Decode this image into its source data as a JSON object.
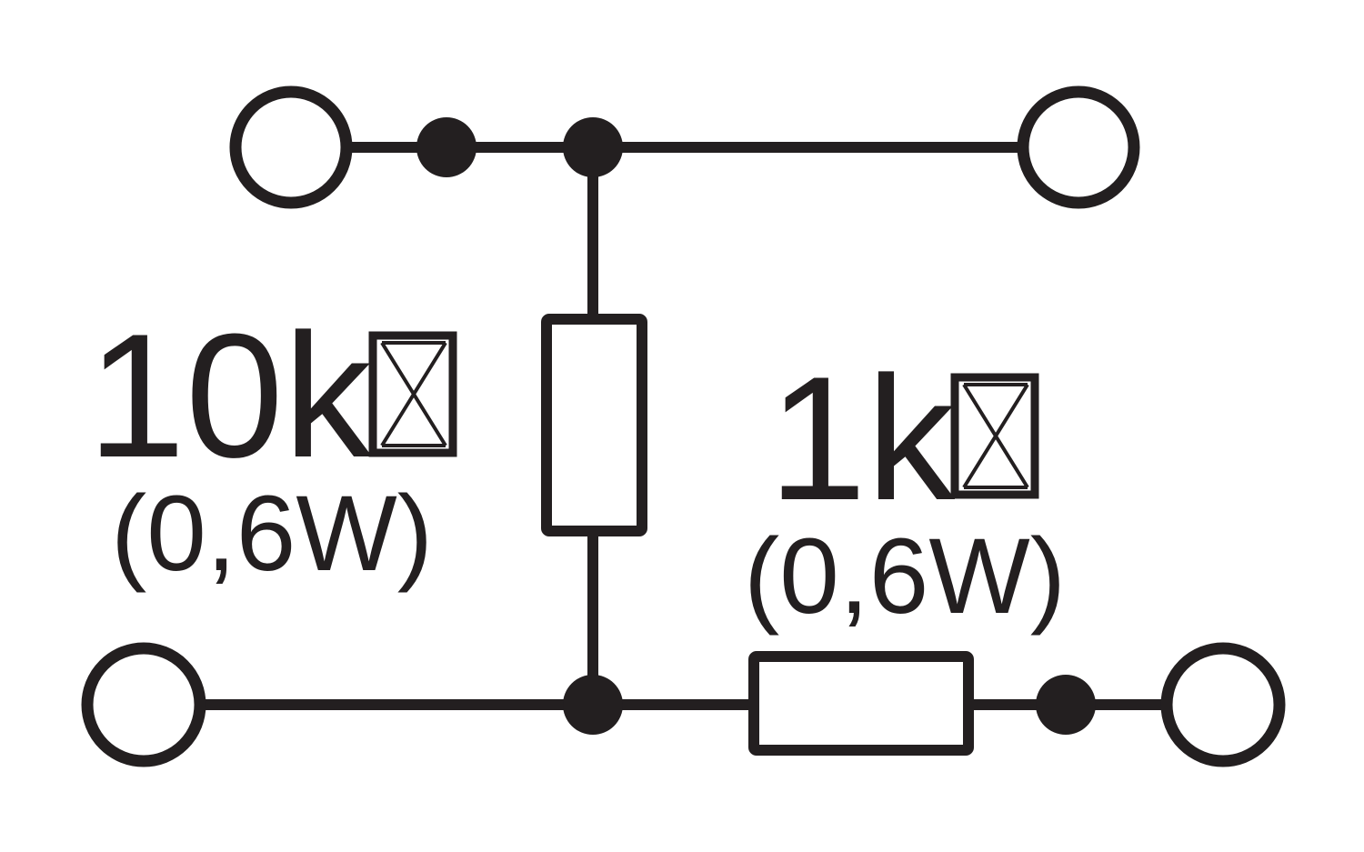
{
  "diagram": {
    "type": "resistor-network-schematic",
    "resistor_vertical": {
      "value": "10k",
      "unit_glyph": "missing-glyph",
      "power": "(0,6W)"
    },
    "resistor_horizontal": {
      "value": "1k",
      "unit_glyph": "missing-glyph",
      "power": "(0,6W)"
    },
    "colors": {
      "ink": "#231f20",
      "background": "#ffffff"
    }
  }
}
